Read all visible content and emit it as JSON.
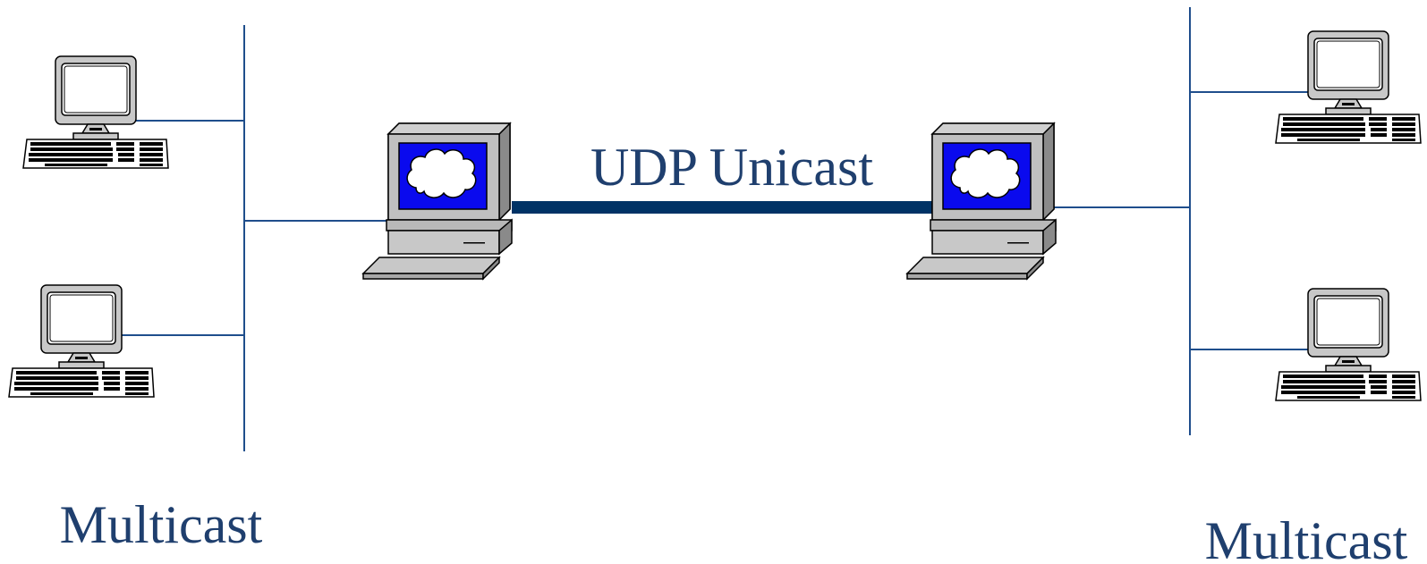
{
  "colors": {
    "text": "#1f3f6e",
    "wire": "#1f4e8c",
    "tunnel": "#003366",
    "gateway_screen": "#0000ee",
    "device_body": "#c0c0c0",
    "device_outline": "#000000"
  },
  "labels": {
    "tunnel": "UDP Unicast",
    "left_network": "Multicast",
    "right_network": "Multicast"
  },
  "icons": {
    "host": "desktop-computer-icon",
    "gateway": "gateway-computer-cloud-icon"
  }
}
